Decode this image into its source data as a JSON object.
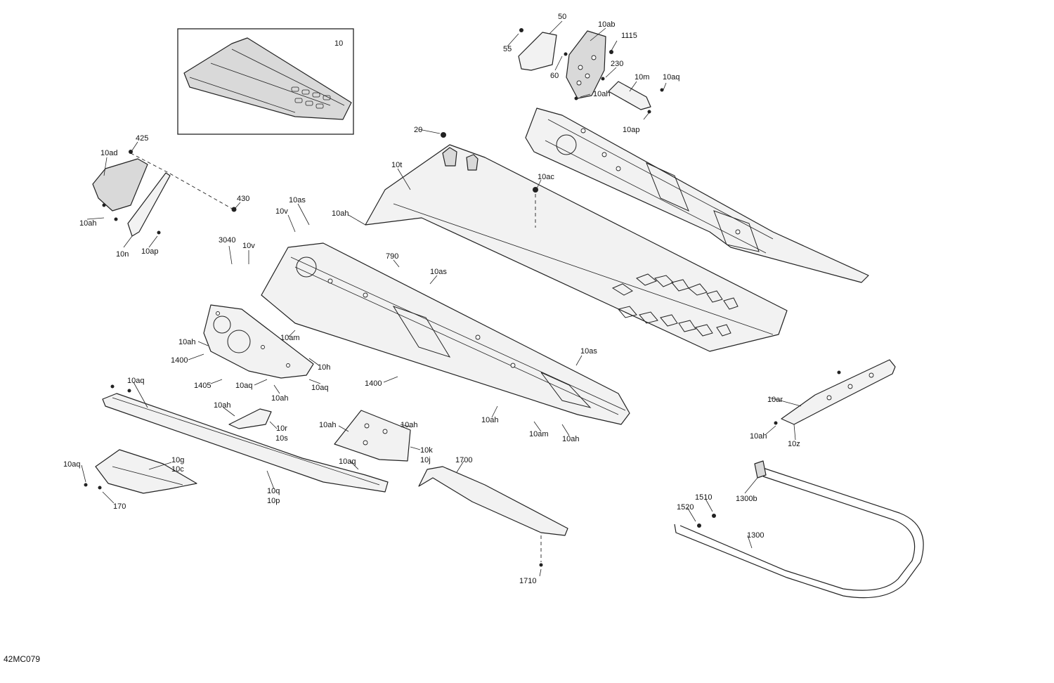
{
  "diagram_id": "42MC079",
  "inset_label": "10",
  "labels": [
    {
      "key": "l50",
      "text": "50"
    },
    {
      "key": "l10ab",
      "text": "10ab"
    },
    {
      "key": "l1115",
      "text": "1115"
    },
    {
      "key": "l55",
      "text": "55"
    },
    {
      "key": "l60",
      "text": "60"
    },
    {
      "key": "l230",
      "text": "230"
    },
    {
      "key": "l10m",
      "text": "10m"
    },
    {
      "key": "l10aq_top",
      "text": "10aq"
    },
    {
      "key": "l10ah_top",
      "text": "10ah"
    },
    {
      "key": "l10ap_top",
      "text": "10ap"
    },
    {
      "key": "l20",
      "text": "20"
    },
    {
      "key": "l10t",
      "text": "10t"
    },
    {
      "key": "l10ac",
      "text": "10ac"
    },
    {
      "key": "l425",
      "text": "425"
    },
    {
      "key": "l10ad",
      "text": "10ad"
    },
    {
      "key": "l430",
      "text": "430"
    },
    {
      "key": "l10ah_left",
      "text": "10ah"
    },
    {
      "key": "l10n",
      "text": "10n"
    },
    {
      "key": "l10ap_left",
      "text": "10ap"
    },
    {
      "key": "l10as_a",
      "text": "10as"
    },
    {
      "key": "l10ah_mid",
      "text": "10ah"
    },
    {
      "key": "l10v_a",
      "text": "10v"
    },
    {
      "key": "l3040",
      "text": "3040"
    },
    {
      "key": "l10v_b",
      "text": "10v"
    },
    {
      "key": "l790",
      "text": "790"
    },
    {
      "key": "l10as_b",
      "text": "10as"
    },
    {
      "key": "l10ah_c",
      "text": "10ah"
    },
    {
      "key": "l10am_a",
      "text": "10am"
    },
    {
      "key": "l1400_a",
      "text": "1400"
    },
    {
      "key": "l10h",
      "text": "10h"
    },
    {
      "key": "l1405",
      "text": "1405"
    },
    {
      "key": "l10aq_b",
      "text": "10aq"
    },
    {
      "key": "l10aq_c",
      "text": "10aq"
    },
    {
      "key": "l10ah_d",
      "text": "10ah"
    },
    {
      "key": "l1400_b",
      "text": "1400"
    },
    {
      "key": "l10as_c",
      "text": "10as"
    },
    {
      "key": "l10aq_d",
      "text": "10aq"
    },
    {
      "key": "l10ah_e",
      "text": "10ah"
    },
    {
      "key": "l10r",
      "text": "10r"
    },
    {
      "key": "l10s",
      "text": "10s"
    },
    {
      "key": "l10ah_f",
      "text": "10ah"
    },
    {
      "key": "l10ah_g",
      "text": "10ah"
    },
    {
      "key": "l10k",
      "text": "10k"
    },
    {
      "key": "l10j",
      "text": "10j"
    },
    {
      "key": "l10aq_e",
      "text": "10aq"
    },
    {
      "key": "l10ah_h",
      "text": "10ah"
    },
    {
      "key": "l10am_b",
      "text": "10am"
    },
    {
      "key": "l10ah_i",
      "text": "10ah"
    },
    {
      "key": "l10ar",
      "text": "10ar"
    },
    {
      "key": "l10ah_j",
      "text": "10ah"
    },
    {
      "key": "l10z",
      "text": "10z"
    },
    {
      "key": "l10aq_f",
      "text": "10aq"
    },
    {
      "key": "l10g",
      "text": "10g"
    },
    {
      "key": "l10c",
      "text": "10c"
    },
    {
      "key": "l170",
      "text": "170"
    },
    {
      "key": "l10q",
      "text": "10q"
    },
    {
      "key": "l10p",
      "text": "10p"
    },
    {
      "key": "l1700",
      "text": "1700"
    },
    {
      "key": "l1710",
      "text": "1710"
    },
    {
      "key": "l1300b",
      "text": "1300b"
    },
    {
      "key": "l1510",
      "text": "1510"
    },
    {
      "key": "l1520",
      "text": "1520"
    },
    {
      "key": "l1300",
      "text": "1300"
    }
  ]
}
